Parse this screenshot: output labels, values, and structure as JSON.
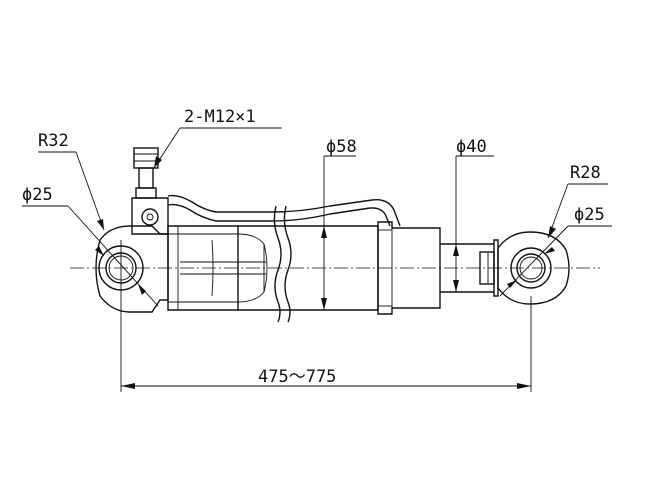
{
  "labels": {
    "thread": "2-M12×1",
    "r_left": "R32",
    "d_left": "ϕ25",
    "d_barrel": "ϕ58",
    "d_rod": "ϕ40",
    "r_right": "R28",
    "d_right": "ϕ25",
    "stroke_range": "475～775"
  }
}
